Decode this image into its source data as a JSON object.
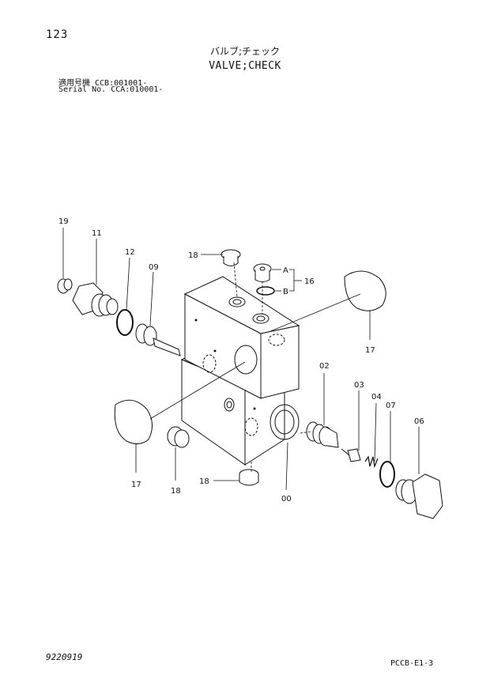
{
  "header": {
    "page_number": "123",
    "title_jp": "バルブ;チェック",
    "title_en": "VALVE;CHECK",
    "serial_line_1": "適用号機  CCB:001001-",
    "serial_line_2": "Serial No. CCA:010001-"
  },
  "callouts": {
    "p19": "19",
    "p11": "11",
    "p12": "12",
    "p09": "09",
    "p18a": "18",
    "pA": "A",
    "pB": "B",
    "p16": "16",
    "p17a": "17",
    "p02": "02",
    "p03": "03",
    "p04": "04",
    "p07": "07",
    "p06": "06",
    "p17b": "17",
    "p18b": "18",
    "p18c": "18",
    "p00": "00"
  },
  "footer": {
    "drawing_code": "9220919",
    "page_code": "PCCB-E1-3"
  }
}
